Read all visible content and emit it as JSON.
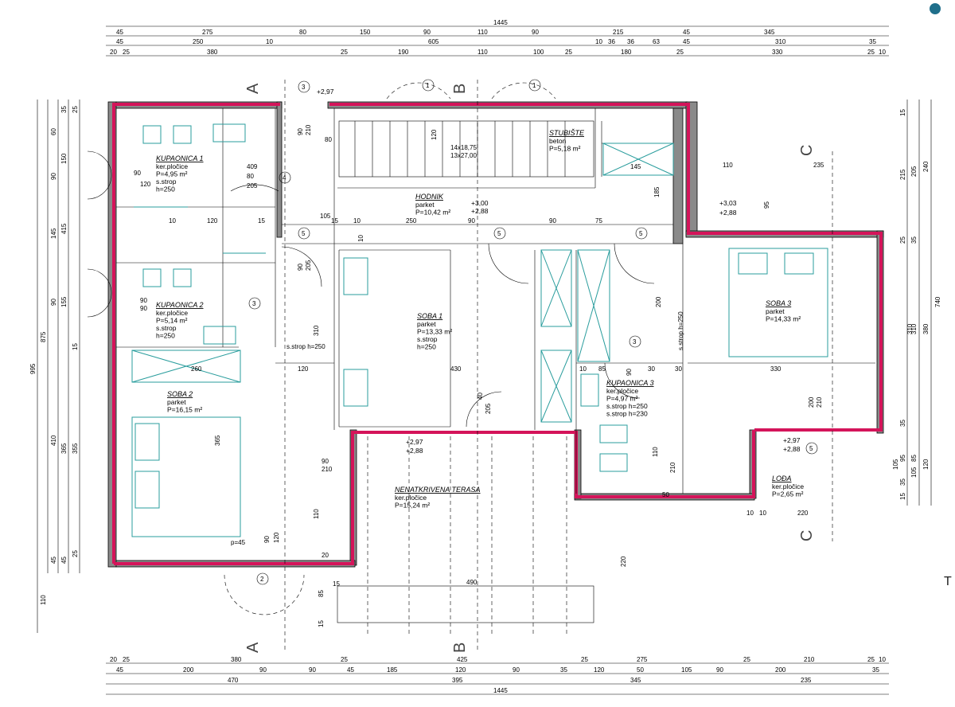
{
  "rooms": [
    {
      "id": "kupaonica1",
      "title": "KUPAONICA 1",
      "lines": [
        "ker.pločice",
        "P=4,95 m²",
        "s.strop",
        "h=250"
      ]
    },
    {
      "id": "kupaonica2",
      "title": "KUPAONICA 2",
      "lines": [
        "ker.pločice",
        "P=5,14 m²",
        "s.strop",
        "h=250"
      ]
    },
    {
      "id": "soba2",
      "title": "SOBA 2",
      "lines": [
        "parket",
        "P=16,15 m²"
      ]
    },
    {
      "id": "hodnik",
      "title": "HODNIK",
      "lines": [
        "parket",
        "P=10,42 m²"
      ]
    },
    {
      "id": "stubiste",
      "title": "STUBIŠTE",
      "lines": [
        "beton",
        "P=5,18 m²"
      ]
    },
    {
      "id": "soba1",
      "title": "SOBA 1",
      "lines": [
        "parket",
        "P=13,33 m²",
        "s.strop",
        "h=250"
      ]
    },
    {
      "id": "soba3",
      "title": "SOBA 3",
      "lines": [
        "parket",
        "P=14,33 m²"
      ]
    },
    {
      "id": "kupaonica3",
      "title": "KUPAONICA 3",
      "lines": [
        "ker.pločice",
        "P=4,97 m²",
        "s.strop h=250",
        "s.strop h=230"
      ]
    },
    {
      "id": "terasa",
      "title": "NENATKRIVENA TERASA",
      "lines": [
        "ker.pločice",
        "P=15,24 m²"
      ]
    },
    {
      "id": "loda",
      "title": "LOĐA",
      "lines": [
        "ker.pločice",
        "P=2,65 m²"
      ]
    }
  ],
  "levels": [
    "+2,97",
    "+3,00",
    "+2,88",
    "+3,03",
    "+2,88",
    "+2,97",
    "+2,88",
    "+2,97",
    "+2,88"
  ],
  "stairs": [
    "14x18,75",
    "13x27,00"
  ],
  "ceiling_notes": [
    "s.strop h=250",
    "s.strop h=250"
  ],
  "sections": [
    "A",
    "A",
    "B",
    "B",
    "C",
    "C"
  ],
  "top_dims": {
    "row1": [
      "1445"
    ],
    "row2": [
      "45",
      "275",
      "80",
      "150",
      "90",
      "110",
      "90",
      "215",
      "45",
      "345"
    ],
    "row3": [
      "45",
      "250",
      "10",
      "605",
      "10",
      "36",
      "36",
      "63",
      "45",
      "310",
      "35"
    ],
    "row4": [
      "20",
      "25",
      "380",
      "25",
      "190",
      "110",
      "100",
      "25",
      "180",
      "25",
      "330",
      "25",
      "10"
    ]
  },
  "bottom_dims": {
    "row1": [
      "20",
      "25",
      "380",
      "25",
      "425",
      "25",
      "275",
      "25",
      "210",
      "25",
      "10"
    ],
    "row2": [
      "45",
      "200",
      "90",
      "90",
      "45",
      "185",
      "120",
      "90",
      "35",
      "120",
      "50",
      "105",
      "90",
      "200",
      "35"
    ],
    "row3": [
      "470",
      "395",
      "345",
      "235"
    ],
    "row4": [
      "1445"
    ]
  },
  "left_dims": [
    "995",
    "875",
    "410",
    "365",
    "355",
    "110",
    "45",
    "45",
    "25",
    "415",
    "145",
    "150",
    "90",
    "60",
    "35",
    "25",
    "90",
    "155",
    "15"
  ],
  "right_dims": [
    "740",
    "380",
    "310",
    "240",
    "205",
    "215",
    "25",
    "35",
    "35",
    "15",
    "85",
    "120",
    "95",
    "105",
    "35",
    "15"
  ],
  "inner_dims": [
    "409",
    "80",
    "205",
    "90",
    "210",
    "120",
    "80",
    "105",
    "250",
    "90",
    "90",
    "15",
    "10",
    "75",
    "145",
    "110",
    "235",
    "185",
    "95",
    "310",
    "430",
    "120",
    "260",
    "90",
    "205",
    "200",
    "310",
    "330",
    "10",
    "85",
    "30",
    "30",
    "90",
    "40",
    "205",
    "365",
    "90",
    "210",
    "110",
    "p=45",
    "490",
    "220",
    "85",
    "15",
    "15",
    "110",
    "50",
    "210",
    "200",
    "210",
    "220",
    "10",
    "10",
    "105",
    "90",
    "120",
    "10",
    "120",
    "15",
    "10",
    "90",
    "120",
    "90",
    "90",
    "20"
  ],
  "openings": [
    "1",
    "1",
    "3",
    "5",
    "5",
    "5",
    "3",
    "3",
    "4",
    "2",
    "5"
  ],
  "colors": {
    "insulation": "#d4145a",
    "wall": "#8a8a8a",
    "fixtures": "#2a9d9d",
    "accent": "#1f6f8b"
  }
}
